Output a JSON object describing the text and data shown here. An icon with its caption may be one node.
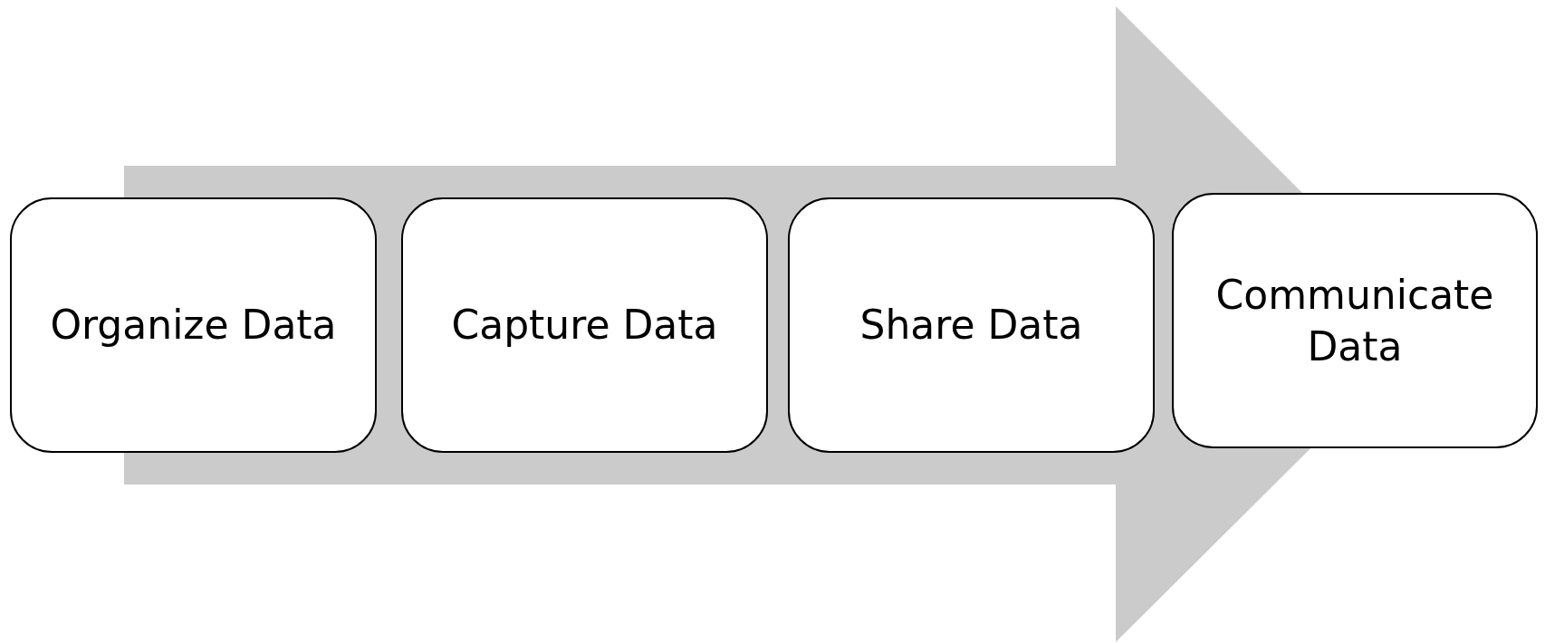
{
  "diagram": {
    "nodes": [
      {
        "text": [
          "Organize Data"
        ]
      },
      {
        "text": [
          "Capture Data"
        ]
      },
      {
        "text": [
          "Share Data"
        ]
      },
      {
        "text": [
          "Communicate Data"
        ]
      }
    ],
    "edges": [
      {
        "from": 0,
        "to": 3,
        "arrow": "to"
      }
    ]
  }
}
